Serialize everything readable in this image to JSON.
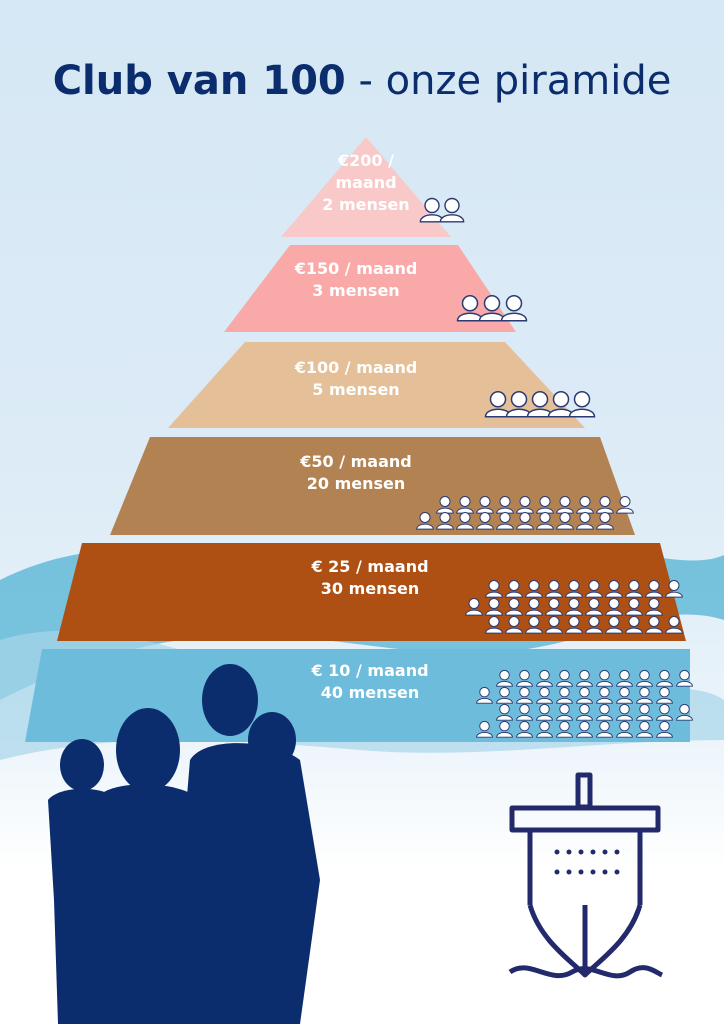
{
  "title": {
    "bold": "Club van 100",
    "rest": " - onze piramide"
  },
  "tiers": [
    {
      "amount": "€200 /",
      "period": "maand",
      "people_label": "2 mensen",
      "count": 2,
      "color": "#f8c9c8"
    },
    {
      "amount": "€150 / maand",
      "period": "",
      "people_label": "3 mensen",
      "count": 3,
      "color": "#f9a9a8"
    },
    {
      "amount": "€100 / maand",
      "period": "",
      "people_label": "5 mensen",
      "count": 5,
      "color": "#e4bf98"
    },
    {
      "amount": "€50 / maand",
      "period": "",
      "people_label": "20 mensen",
      "count": 20,
      "color": "#b38253"
    },
    {
      "amount": "€ 25 / maand",
      "period": "",
      "people_label": "30 mensen",
      "count": 30,
      "color": "#ae4f13"
    },
    {
      "amount": "€ 10 / maand",
      "period": "",
      "people_label": "40 mensen",
      "count": 40,
      "color": "#6dbcdc"
    }
  ],
  "colors": {
    "navy": "#0b2d6e",
    "ship": "#232a6b",
    "wave": "#5bb6d6"
  }
}
